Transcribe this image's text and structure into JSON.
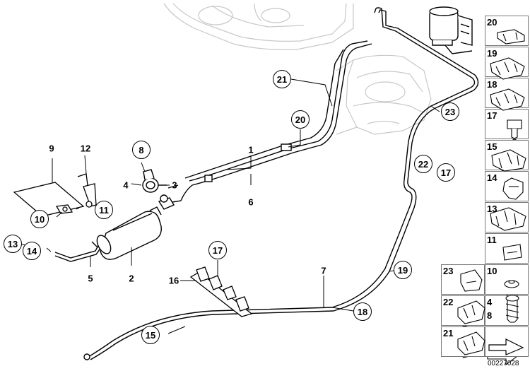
{
  "figure_id": "00227028",
  "part_numbers": {
    "p1": "1",
    "p2": "2",
    "p3": "3",
    "p4": "4",
    "p5": "5",
    "p6": "6",
    "p7": "7",
    "p9": "9",
    "p12": "12",
    "p16": "16"
  },
  "callouts": {
    "c8": "8",
    "c10": "10",
    "c11": "11",
    "c13": "13",
    "c14": "14",
    "c15": "15",
    "c17a": "17",
    "c17b": "17",
    "c18": "18",
    "c19": "19",
    "c20": "20",
    "c21": "21",
    "c22": "22",
    "c23": "23"
  },
  "legend": [
    {
      "num": "20"
    },
    {
      "num": "19"
    },
    {
      "num": "18"
    },
    {
      "num": "17"
    },
    {
      "num": "15"
    },
    {
      "num": "14"
    },
    {
      "num": "13"
    },
    {
      "num": "11"
    },
    {
      "num": "10"
    },
    {
      "num": "23"
    },
    {
      "num": "4",
      "num2": "8"
    },
    {
      "num": "22"
    },
    {
      "num": "21"
    }
  ],
  "colors": {
    "line": "#000000",
    "ghost": "#c8c8c8",
    "box_border": "#777777"
  }
}
